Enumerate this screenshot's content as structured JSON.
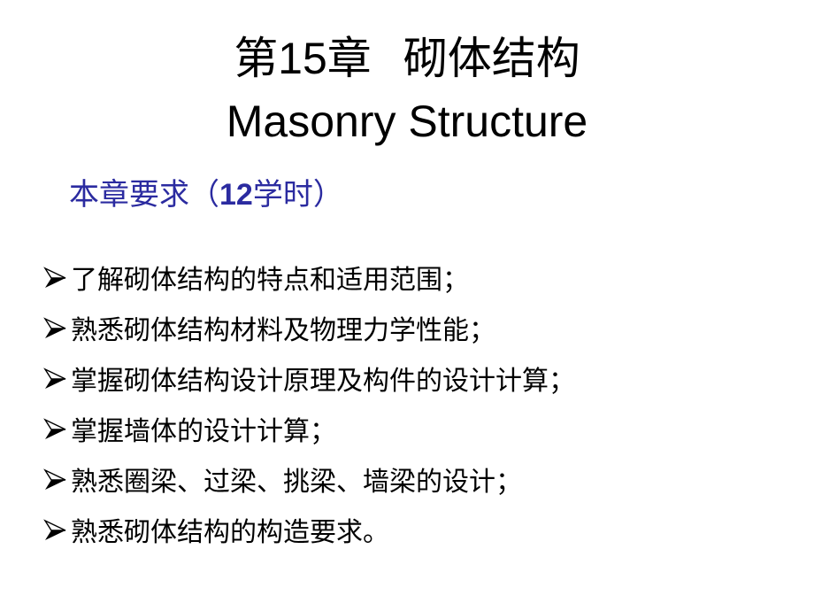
{
  "slide": {
    "title": {
      "line1_prefix": "第15章",
      "line1_suffix": "砌体结构",
      "line2": "Masonry Structure"
    },
    "subtitle": {
      "prefix": "本章要求（",
      "hours": "12",
      "suffix": "学时）",
      "color": "#2b2ba0"
    },
    "bullet_icon": "arrowhead-bullet-icon",
    "bullets": [
      {
        "text": "了解砌体结构的特点和适用范围；"
      },
      {
        "text": "熟悉砌体结构材料及物理力学性能；"
      },
      {
        "text": "掌握砌体结构设计原理及构件的设计计算；"
      },
      {
        "text": "掌握墙体的设计计算；"
      },
      {
        "text": "熟悉圈梁、过梁、挑梁、墙梁的设计；"
      },
      {
        "text": "熟悉砌体结构的构造要求。"
      }
    ]
  }
}
